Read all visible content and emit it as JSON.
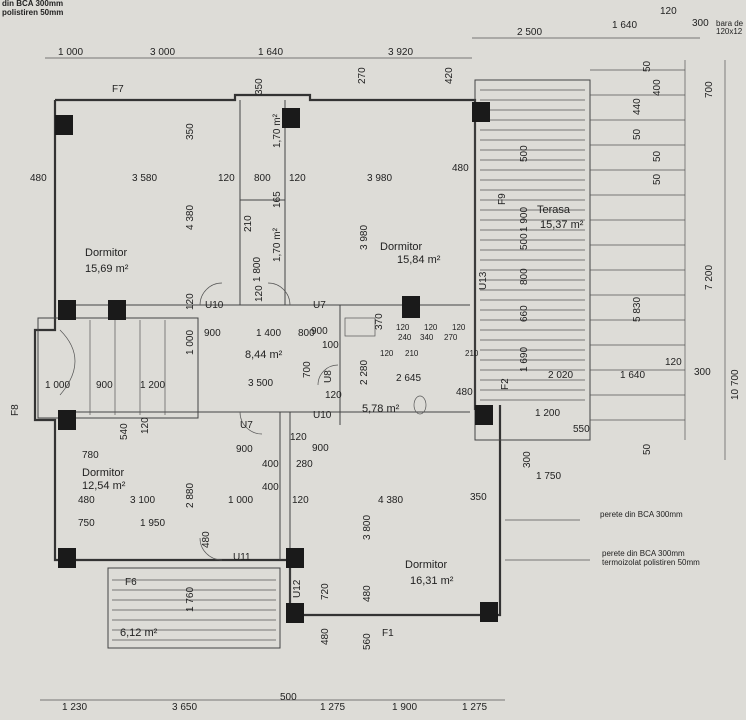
{
  "header_note": {
    "line1": "din BCA 300mm",
    "line2": "polistiren 50mm"
  },
  "beam_note": {
    "line1": "bara de",
    "line2": "120x12"
  },
  "dims_top_left": [
    "1 000",
    "3 000",
    "1 640",
    "3 920"
  ],
  "dims_top_right": [
    "2 500",
    "1 640",
    "120",
    "300"
  ],
  "dims_bottom": [
    "1 230",
    "3 650",
    "500",
    "1 275",
    "1 900",
    "1 275"
  ],
  "dims_right": [
    "10 700",
    "7 200",
    "5 830",
    "120",
    "300",
    "700"
  ],
  "windows": [
    "F7",
    "F9",
    "F8",
    "F6",
    "F1",
    "F2"
  ],
  "doors": [
    "U10",
    "U7",
    "U13",
    "U8",
    "U10",
    "U7",
    "U11",
    "U12"
  ],
  "rooms": [
    {
      "name": "Dormitor",
      "area": "15,69 m²"
    },
    {
      "name": "Dormitor",
      "area": "15,84 m²"
    },
    {
      "name": "Terasa",
      "area": "15,37 m²"
    },
    {
      "name": "",
      "area": "8,44 m²"
    },
    {
      "name": "",
      "area": "5,78 m²"
    },
    {
      "name": "Dormitor",
      "area": "12,54 m²"
    },
    {
      "name": "Dormitor",
      "area": "16,31 m²"
    },
    {
      "name": "",
      "area": "6,12 m²"
    }
  ],
  "inner_dims": [
    "350",
    "270",
    "420",
    "480",
    "3 580",
    "120",
    "800",
    "120",
    "3 980",
    "480",
    "4 380",
    "3 980",
    "1,70 m²",
    "1,70 m²",
    "1 800",
    "165",
    "120",
    "210",
    "900",
    "1 400",
    "800",
    "900",
    "1 000",
    "100",
    "1 000",
    "900",
    "1 200",
    "3 500",
    "700",
    "2 280",
    "2 645",
    "480",
    "120",
    "120",
    "540",
    "780",
    "900",
    "400",
    "280",
    "120",
    "900",
    "400",
    "2 880",
    "480",
    "3 100",
    "1 000",
    "120",
    "4 380",
    "350",
    "750",
    "1 950",
    "480",
    "3 800",
    "720",
    "480",
    "480",
    "560",
    "1 760",
    "350",
    "120",
    "1 900",
    "500",
    "800",
    "660",
    "1 690",
    "500",
    "400",
    "440",
    "2 020",
    "1 640",
    "1 200",
    "550",
    "300",
    "1 750",
    "50",
    "50",
    "50",
    "50",
    "50",
    "370",
    "120",
    "120",
    "120",
    "240",
    "340",
    "270",
    "210",
    "210",
    "120"
  ],
  "labels": {
    "bca1": "perete din BCA 300mm",
    "bca2_line1": "perete din BCA 300mm",
    "bca2_line2": "termoizolat polistiren 50mm"
  }
}
